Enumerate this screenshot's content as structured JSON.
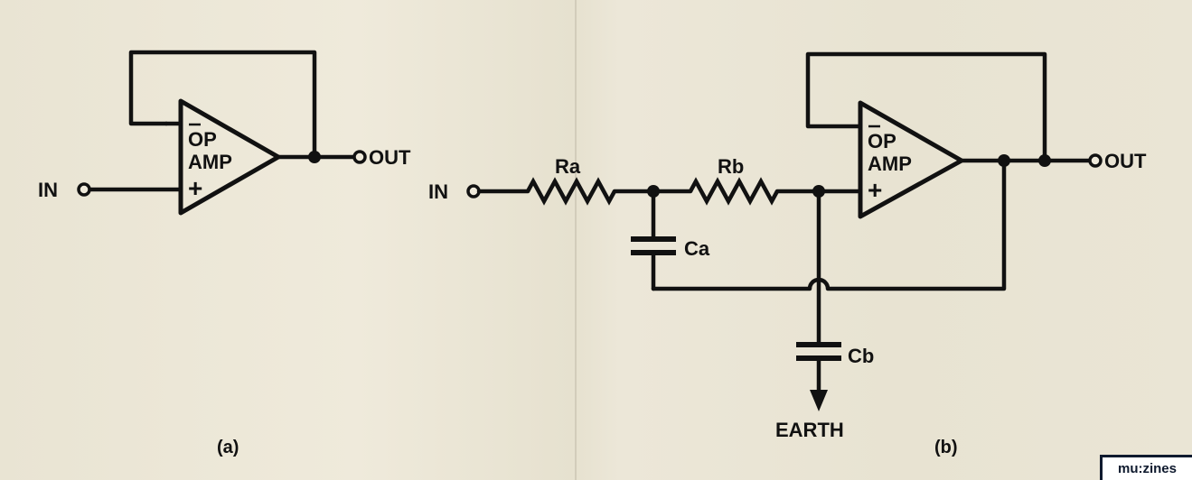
{
  "figure_a": {
    "op_label": "OP",
    "amp_label": "AMP",
    "plus_label": "+",
    "in_label": "IN",
    "out_label": "OUT",
    "caption": "(a)"
  },
  "figure_b": {
    "op_label": "OP",
    "amp_label": "AMP",
    "plus_label": "+",
    "in_label": "IN",
    "out_label": "OUT",
    "ra_label": "Ra",
    "rb_label": "Rb",
    "ca_label": "Ca",
    "cb_label": "Cb",
    "earth_label": "EARTH",
    "caption": "(b)"
  },
  "watermark": {
    "text": "mu:zines"
  }
}
